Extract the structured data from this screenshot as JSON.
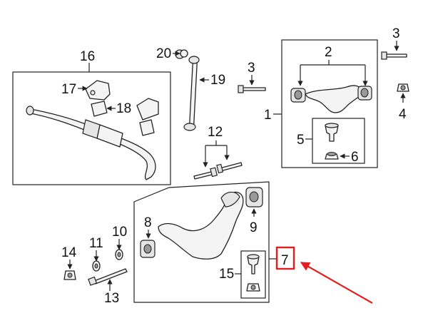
{
  "callouts": {
    "c1": "1",
    "c2": "2",
    "c3a": "3",
    "c3b": "3",
    "c4": "4",
    "c5": "5",
    "c6": "6",
    "c7": "7",
    "c8": "8",
    "c9": "9",
    "c10": "10",
    "c11": "11",
    "c12": "12",
    "c13": "13",
    "c14": "14",
    "c15": "15",
    "c16": "16",
    "c17": "17",
    "c18": "18",
    "c19": "19",
    "c20": "20"
  },
  "highlight": {
    "target": "7",
    "color": "#e02020"
  }
}
